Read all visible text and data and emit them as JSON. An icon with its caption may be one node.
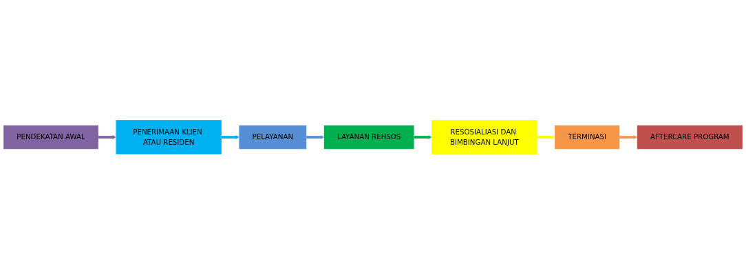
{
  "diagram": {
    "nodes": [
      {
        "text": [
          "PENDEKATAN AWAL"
        ]
      },
      {
        "text": [
          "PENERIMAAN KLIEN ATAU RESIDEN"
        ]
      },
      {
        "text": [
          "PELAYANAN"
        ]
      },
      {
        "text": [
          "LAYANAN REHSOS"
        ]
      },
      {
        "text": [
          "RESOSIALIASI DAN BIMBINGAN LANJUT"
        ]
      },
      {
        "text": [
          "TERMINASI"
        ]
      },
      {
        "text": [
          "AFTERCARE PROGRAM"
        ]
      }
    ],
    "edges": [
      {
        "from": 0,
        "to": 1,
        "arrow": "to",
        "color": "#8064a2"
      },
      {
        "from": 1,
        "to": 2,
        "arrow": "to",
        "color": "#00b0f0"
      },
      {
        "from": 2,
        "to": 3,
        "arrow": "to",
        "color": "#558ed5"
      },
      {
        "from": 3,
        "to": 4,
        "arrow": "to",
        "color": "#00b050"
      },
      {
        "from": 4,
        "to": 5,
        "arrow": "to",
        "color": "#ffff00"
      },
      {
        "from": 5,
        "to": 6,
        "arrow": "to",
        "color": "#f79646"
      }
    ]
  }
}
